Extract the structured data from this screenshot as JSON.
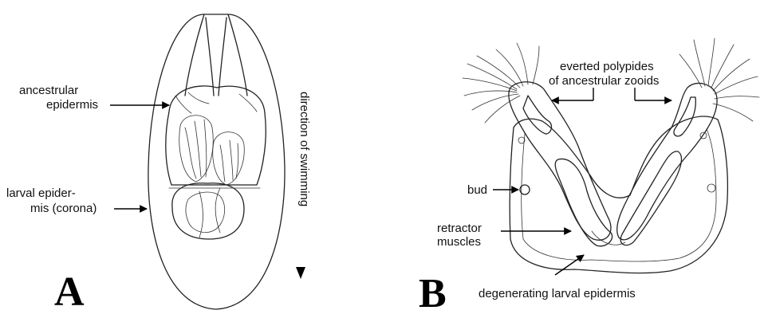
{
  "panel_a": {
    "letter": "A",
    "labels": {
      "ancestrular_line1": "ancestrular",
      "ancestrular_line2": "epidermis",
      "larval_line1": "larval epider-",
      "larval_line2": "mis (corona)",
      "direction": "direction of swimming"
    }
  },
  "panel_b": {
    "letter": "B",
    "labels": {
      "everted_line1": "everted polypides",
      "everted_line2": "of ancestrular zooids",
      "bud": "bud",
      "retractor_line1": "retractor",
      "retractor_line2": "muscles",
      "degenerating": "degenerating larval epidermis"
    }
  }
}
